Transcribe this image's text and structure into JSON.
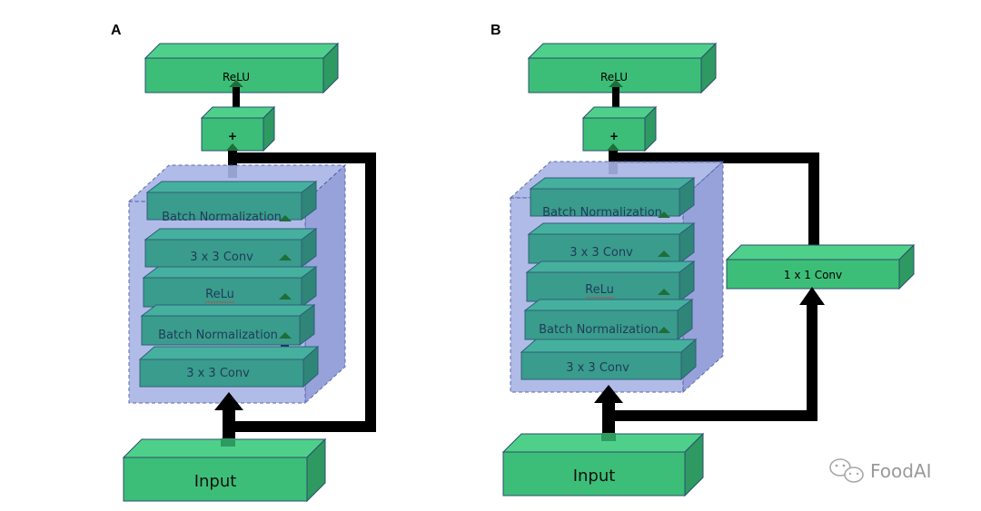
{
  "panels": [
    {
      "letter": "A",
      "output_label": "ReLU",
      "add_label": "+",
      "layers": [
        "Batch Normalization",
        "3 x 3 Conv",
        "ReLu",
        "Batch Normalization",
        "3 x 3 Conv"
      ],
      "input_label": "Input"
    },
    {
      "letter": "B",
      "output_label": "ReLU",
      "add_label": "+",
      "layers": [
        "Batch Normalization",
        "3 x 3 Conv",
        "ReLu",
        "Batch Normalization",
        "3 x 3 Conv"
      ],
      "input_label": "Input",
      "shortcut_label": "1 x 1 Conv"
    }
  ],
  "watermark": {
    "text": "FoodAI",
    "icon": "wechat-icon"
  },
  "colors": {
    "box_front": "#3dbe78",
    "box_top": "#4fd08a",
    "box_side": "#2e9a61",
    "box_edge": "#2a4f6e",
    "layer_front": "#3a9c8c",
    "layer_top": "#45b09e",
    "layer_side": "#2f8577",
    "layer_edge": "#2e5f78",
    "container_front": "#a9b4e6",
    "container_side": "#8d99d6",
    "container_edge": "#4a5aa8",
    "connector": "#000000",
    "navy_square": "#1e2a66",
    "arrow_green": "#1f6e3a"
  }
}
